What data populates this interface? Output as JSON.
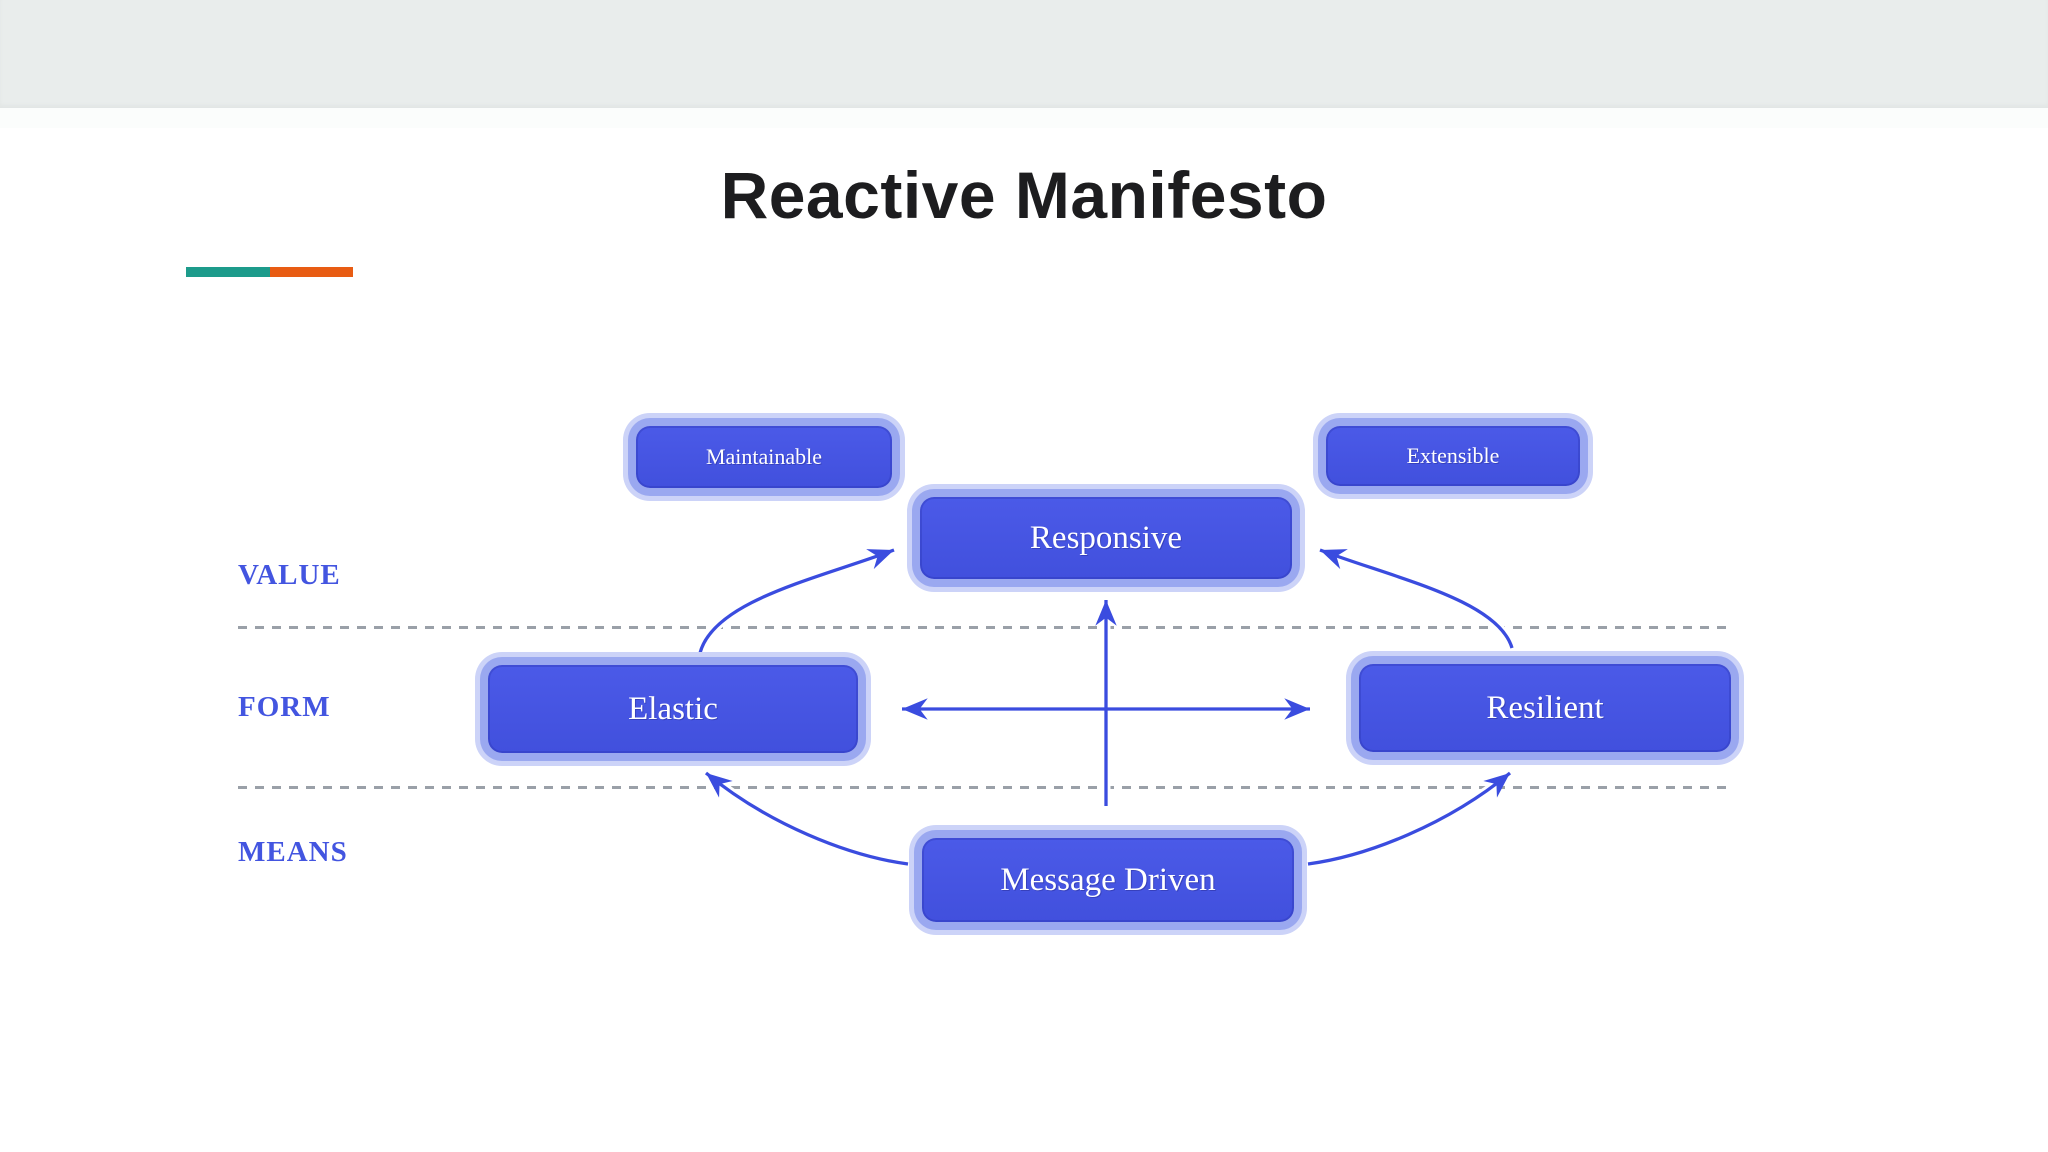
{
  "slide": {
    "title": "Reactive Manifesto"
  },
  "colors": {
    "top_band": "#e9edec",
    "title_text": "#1d1d1f",
    "accent_teal": "#1d9b8b",
    "accent_orange": "#e85c13",
    "node_fill": "#4b5ae8",
    "node_fill_dark": "#4150dd",
    "node_ring": "#9aa8f0",
    "node_ring_outer": "#ccd3f8",
    "node_text": "#ffffff",
    "arrow": "#3a4cdf",
    "row_label": "#4355e0",
    "dash": "#9aa0a8",
    "background": "#ffffff"
  },
  "diagram": {
    "row_labels": [
      {
        "label": "VALUE"
      },
      {
        "label": "FORM"
      },
      {
        "label": "MEANS"
      }
    ],
    "nodes": {
      "maintainable": {
        "label": "Maintainable"
      },
      "extensible": {
        "label": "Extensible"
      },
      "responsive": {
        "label": "Responsive"
      },
      "elastic": {
        "label": "Elastic"
      },
      "resilient": {
        "label": "Resilient"
      },
      "message_driven": {
        "label": "Message Driven"
      }
    }
  }
}
